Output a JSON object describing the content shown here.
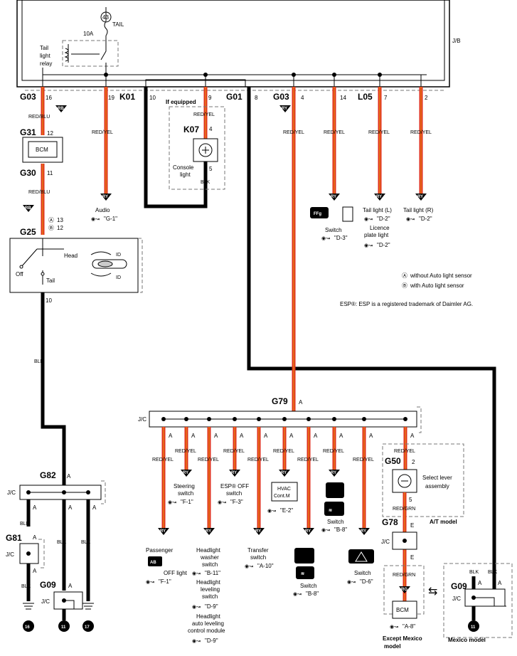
{
  "fuse": {
    "number": "43",
    "rating": "10A",
    "name": "TAIL"
  },
  "jb_label": "J/B",
  "relay_label": [
    "Tail",
    "light",
    "relay"
  ],
  "connectors": {
    "g03": "G03",
    "k01": "K01",
    "g01": "G01",
    "g03b": "G03",
    "l05": "L05",
    "g31": "G31",
    "g30": "G30",
    "g25": "G25",
    "k07": "K07",
    "g79": "G79",
    "g82": "G82",
    "g81": "G81",
    "g09": "G09",
    "g50": "G50",
    "g78": "G78",
    "g09b": "G09"
  },
  "pins": {
    "p16": "16",
    "p19": "19",
    "p10": "10",
    "p9": "9",
    "p8": "8",
    "p4": "4",
    "p14": "14",
    "p7": "7",
    "p2": "2",
    "p12": "12",
    "p11": "11",
    "p4b": "4",
    "p5": "5",
    "p13": "13",
    "p12b": "12",
    "p10b": "10",
    "pA": "A",
    "pE": "E",
    "p2b": "2",
    "p5b": "5"
  },
  "wire_colors": {
    "red_blu": "RED/BLU",
    "red_yel": "RED/YEL",
    "blk": "BLK",
    "red_grn": "RED/GRN"
  },
  "tags": {
    "rb": "RB",
    "ry": "RY",
    "rg": "RG"
  },
  "labels": {
    "if_equipped": "If equipped",
    "bcm": "BCM",
    "console_light": [
      "Console",
      "light"
    ],
    "audio": "Audio",
    "audio_ref": "\"G-1\"",
    "switch_d3": "Switch",
    "switch_d3_ref": "\"D-3\"",
    "tail_l": "Tail light (L)",
    "tail_l_ref": "\"D-2\"",
    "licence": [
      "Licence",
      "plate light"
    ],
    "licence_ref": "\"D-2\"",
    "tail_r": "Tail light (R)",
    "tail_r_ref": "\"D-2\"",
    "sw_off": "Off",
    "sw_head": "Head",
    "sw_tail": "Tail",
    "legend_a": "without Auto light sensor",
    "legend_b": "with Auto light sensor",
    "legend_a_key": "A",
    "legend_b_key": "B",
    "trademark": "ESP®: ESP is a registered trademark of Daimler AG.",
    "jc": "J/C",
    "passenger": [
      "Passenger",
      "OFF light"
    ],
    "passenger_ref": "\"F-1\"",
    "steering": [
      "Steering",
      "switch"
    ],
    "steering_ref": "\"F-1\"",
    "headlight_washer": [
      "Headlight",
      "washer",
      "switch"
    ],
    "headlight_washer_ref": "\"B-11\"",
    "headlight_leveling": [
      "Headlight",
      "leveling",
      "switch"
    ],
    "headlight_leveling_ref": "\"D-9\"",
    "headlight_auto": [
      "Headlight",
      "auto leveling",
      "control module"
    ],
    "headlight_auto_ref": "\"D-9\"",
    "esp_off": [
      "ESP® OFF",
      "switch"
    ],
    "esp_off_ref": "\"F-3\"",
    "transfer": [
      "Transfer",
      "switch"
    ],
    "transfer_ref": "\"A-10\"",
    "hvac": [
      "HVAC",
      "Cont.M"
    ],
    "hvac_ref": "\"E-2\"",
    "switch_b8a": "Switch",
    "switch_b8a_ref": "\"B-8\"",
    "switch_b8b": "Switch",
    "switch_b8b_ref": "\"B-8\"",
    "switch_d6": "Switch",
    "switch_d6_ref": "\"D-6\"",
    "select_lever": [
      "Select lever",
      "assembly"
    ],
    "at_model": "A/T model",
    "bcm_ref": "\"A-8\"",
    "except_mexico": [
      "Except Mexico",
      "model"
    ],
    "mexico": "Mexico model",
    "ground_16": "16",
    "ground_11": "11",
    "ground_17": "17",
    "ground_11b": "11"
  }
}
